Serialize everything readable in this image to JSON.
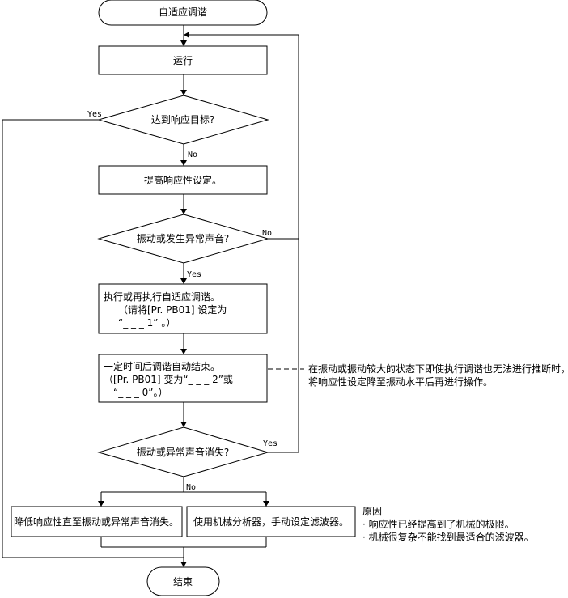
{
  "nodes": {
    "start": "自适应调谐",
    "run": "运行",
    "decision_target": "达到响应目标?",
    "raise": "提高响应性设定。",
    "decision_vibration": "振动或发生异常声音?",
    "execute_line1": "执行或再执行自适应调谐。",
    "execute_line2": "（请将[Pr. PB01] 设定为",
    "execute_line3": "“_ _ _ 1” 。）",
    "auto_end_line1": "一定时间后调谐自动结束。",
    "auto_end_line2": "（[Pr. PB01] 变为“_ _ _ 2”或",
    "auto_end_line3": "“_ _ _ 0”。）",
    "decision_vanish": "振动或异常声音消失?",
    "lower": "降低响应性直至振动或异常声音消失。",
    "analyzer": "使用机械分析器，手动设定滤波器。",
    "end": "结束"
  },
  "branch_labels": {
    "target_yes": "Yes",
    "target_no": "No",
    "vibration_no": "No",
    "vibration_yes": "Yes",
    "vanish_yes": "Yes",
    "vanish_no": "No"
  },
  "annotations": {
    "note_line1": "在振动或振动较大的状态下即使执行调谐也无法进行推断时，",
    "note_line2": "将响应性设定降至振动水平后再进行操作。",
    "reason_title": "原因",
    "reason_item1": "· 响应性已经提高到了机械的极限。",
    "reason_item2": "· 机械很复杂不能找到最适合的滤波器。"
  }
}
